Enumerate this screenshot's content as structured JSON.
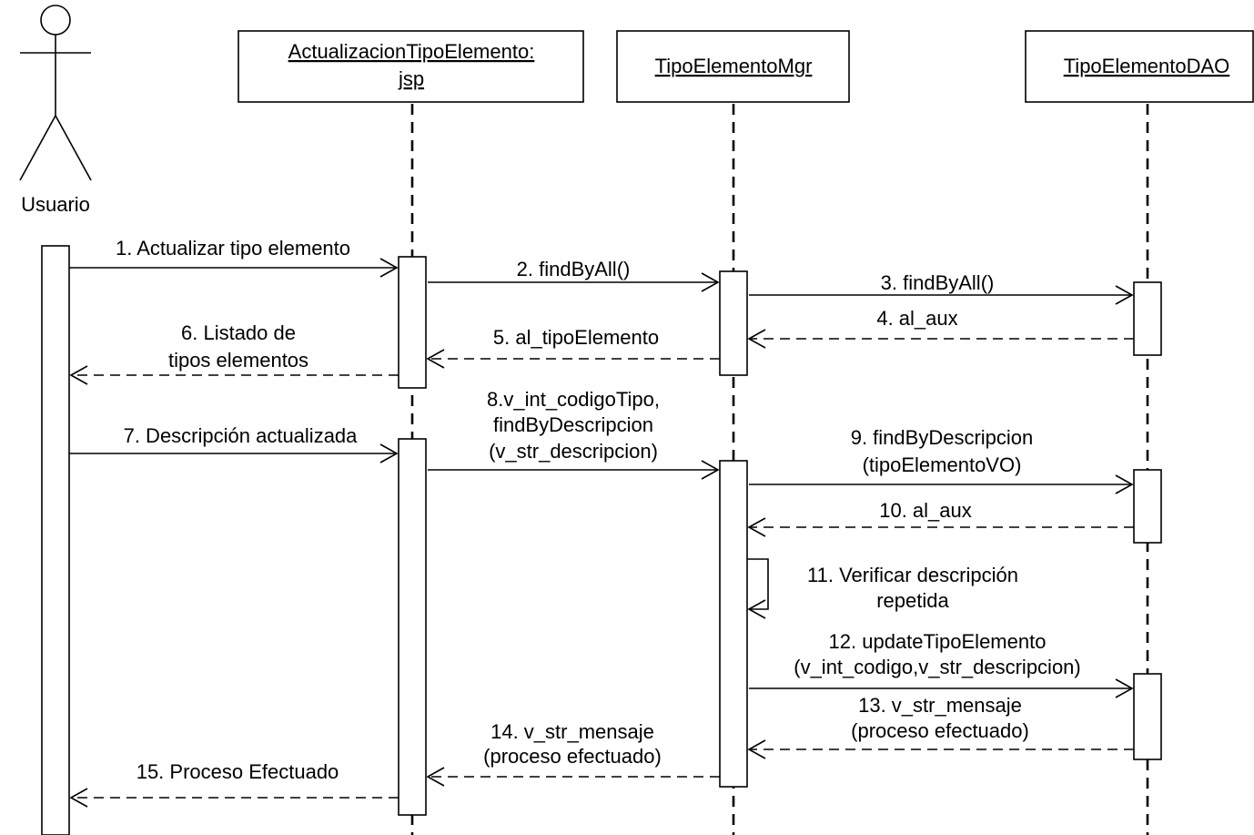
{
  "actor": {
    "name": "Usuario"
  },
  "participants": [
    {
      "id": "jsp",
      "label_lines": [
        "ActualizacionTipoElemento:",
        "jsp"
      ]
    },
    {
      "id": "mgr",
      "label_lines": [
        "TipoElementoMgr"
      ]
    },
    {
      "id": "dao",
      "label_lines": [
        "TipoElementoDAO"
      ]
    }
  ],
  "messages": [
    {
      "from": "actor",
      "to": "jsp",
      "type": "sync",
      "label_lines": [
        "1. Actualizar tipo elemento"
      ]
    },
    {
      "from": "jsp",
      "to": "mgr",
      "type": "sync",
      "label_lines": [
        "2. findByAll()"
      ]
    },
    {
      "from": "mgr",
      "to": "dao",
      "type": "sync",
      "label_lines": [
        "3. findByAll()"
      ]
    },
    {
      "from": "dao",
      "to": "mgr",
      "type": "return",
      "label_lines": [
        "4. al_aux"
      ]
    },
    {
      "from": "mgr",
      "to": "jsp",
      "type": "return",
      "label_lines": [
        "5. al_tipoElemento"
      ]
    },
    {
      "from": "jsp",
      "to": "actor",
      "type": "return",
      "label_lines": [
        "6. Listado de",
        "tipos elementos"
      ]
    },
    {
      "from": "actor",
      "to": "jsp",
      "type": "sync",
      "label_lines": [
        "7. Descripción actualizada"
      ]
    },
    {
      "from": "jsp",
      "to": "mgr",
      "type": "sync",
      "label_lines": [
        "8.v_int_codigoTipo,",
        "findByDescripcion",
        "(v_str_descripcion)"
      ]
    },
    {
      "from": "mgr",
      "to": "dao",
      "type": "sync",
      "label_lines": [
        "9. findByDescripcion",
        "(tipoElementoVO)"
      ]
    },
    {
      "from": "dao",
      "to": "mgr",
      "type": "return",
      "label_lines": [
        "10. al_aux"
      ]
    },
    {
      "from": "mgr",
      "to": "mgr",
      "type": "self",
      "label_lines": [
        "11. Verificar descripción",
        "repetida"
      ]
    },
    {
      "from": "mgr",
      "to": "dao",
      "type": "sync",
      "label_lines": [
        "12. updateTipoElemento",
        "(v_int_codigo,v_str_descripcion)"
      ]
    },
    {
      "from": "dao",
      "to": "mgr",
      "type": "return",
      "label_lines": [
        "13. v_str_mensaje",
        "(proceso efectuado)"
      ]
    },
    {
      "from": "mgr",
      "to": "jsp",
      "type": "return",
      "label_lines": [
        "14. v_str_mensaje",
        "(proceso efectuado)"
      ]
    },
    {
      "from": "jsp",
      "to": "actor",
      "type": "return",
      "label_lines": [
        "15. Proceso Efectuado"
      ]
    }
  ]
}
